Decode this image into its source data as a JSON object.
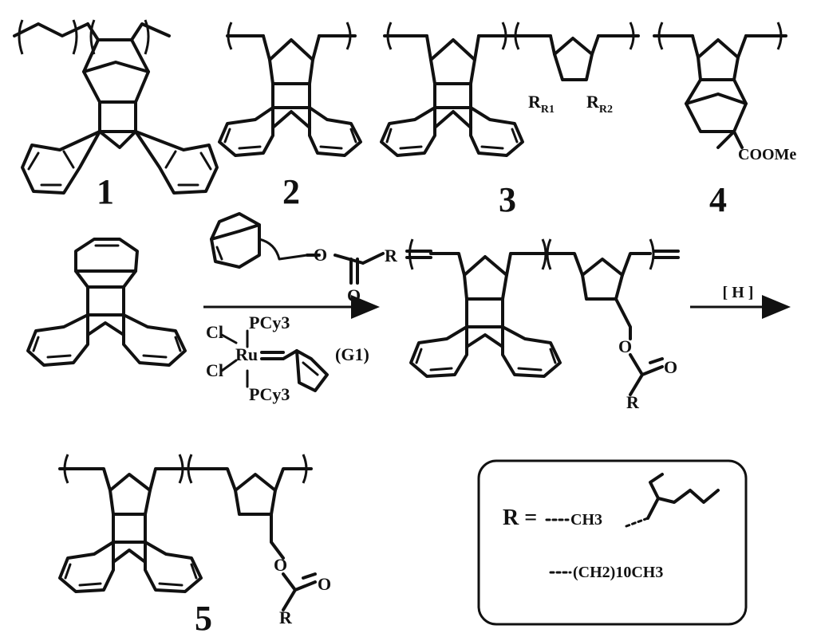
{
  "compounds": [
    {
      "id": "1",
      "label": "1"
    },
    {
      "id": "2",
      "label": "2"
    },
    {
      "id": "3",
      "label": "3",
      "substituents": [
        "R1",
        "R2"
      ]
    },
    {
      "id": "4",
      "label": "4",
      "substituent": "COOMe"
    },
    {
      "id": "5",
      "label": "5"
    }
  ],
  "reaction": {
    "monomer_ester_labels": {
      "oxygen": "O",
      "carbonyl_oxygen": "O",
      "r_group": "R"
    },
    "catalyst": {
      "metal": "Ru",
      "ligands": [
        "Cl",
        "Cl",
        "PCy3",
        "PCy3"
      ],
      "name": "(G1)"
    },
    "hydrogenation_label": "[ H ]"
  },
  "product_side_chain": {
    "oxygen": "O",
    "carbonyl_oxygen": "O",
    "r_group": "R"
  },
  "legend": {
    "r_label": "R =",
    "options": [
      "CH3",
      "(CH2)10CH3"
    ]
  }
}
